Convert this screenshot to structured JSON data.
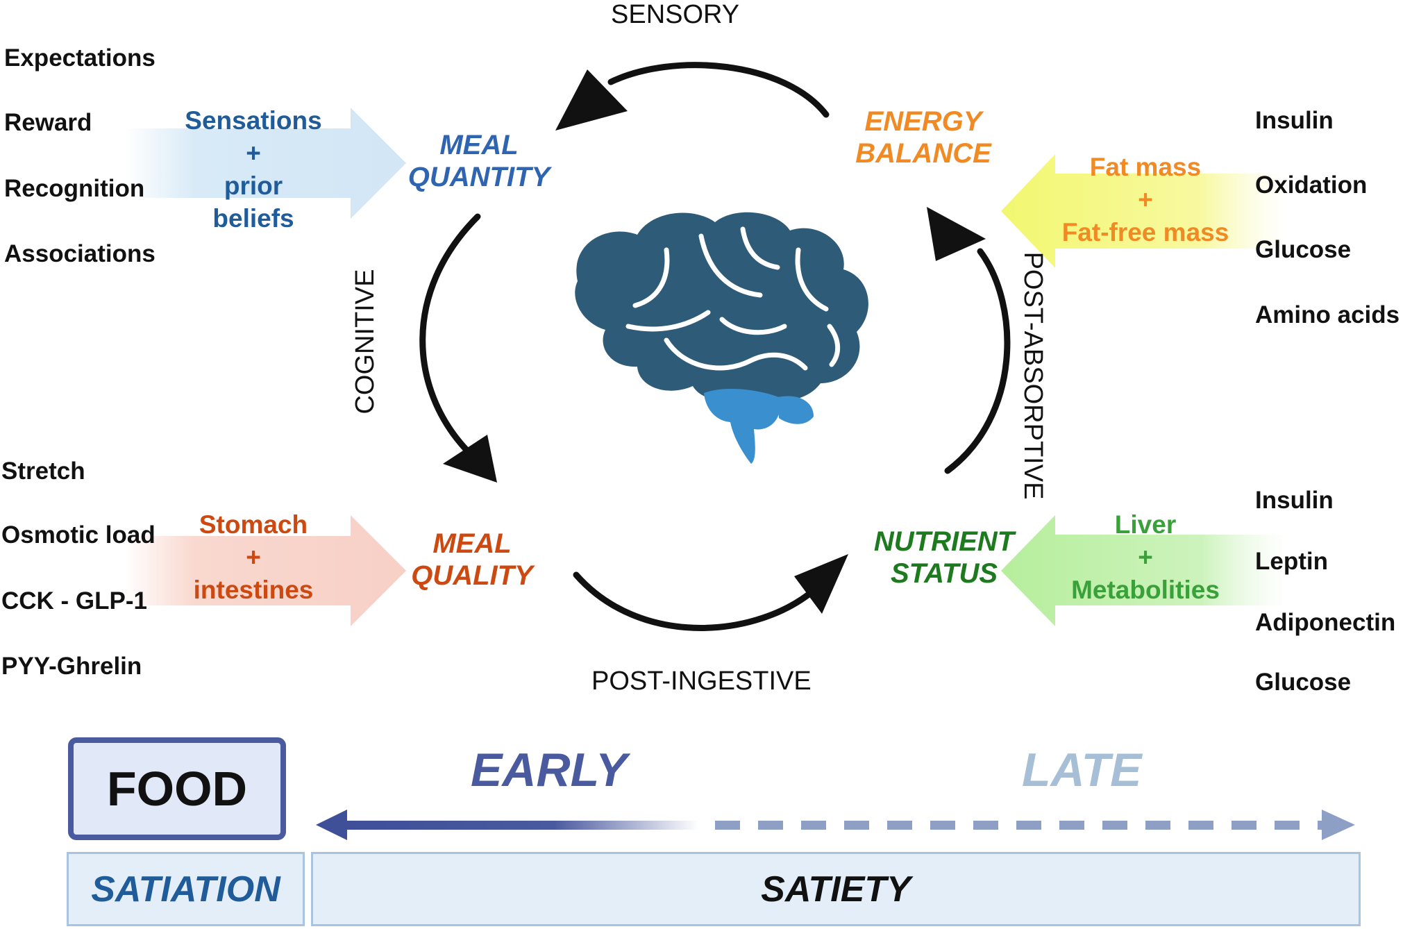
{
  "pathways": {
    "sensory": "SENSORY",
    "cognitive": "COGNITIVE",
    "post_ingestive": "POST-INGESTIVE",
    "post_absorptive": "POST-ABSORPTIVE"
  },
  "nodes": {
    "meal_quantity": [
      "MEAL",
      "QUANTITY"
    ],
    "meal_quality": [
      "MEAL",
      "QUALITY"
    ],
    "energy_balance": [
      "ENERGY",
      "BALANCE"
    ],
    "nutrient_status": [
      "NUTRIENT",
      "STATUS"
    ]
  },
  "arrows": {
    "sensations": [
      "Sensations",
      "+",
      "prior",
      "beliefs"
    ],
    "stomach": [
      "Stomach",
      "+",
      "intestines"
    ],
    "fat": [
      "Fat mass",
      "+",
      "Fat-free mass"
    ],
    "liver": [
      "Liver",
      "+",
      "Metabolities"
    ]
  },
  "lists": {
    "top_left": [
      "Expectations",
      "Reward",
      "Recognition",
      "Associations"
    ],
    "bottom_left": [
      "Stretch",
      "Osmotic load",
      "CCK - GLP-1",
      "PYY-Ghrelin"
    ],
    "top_right": [
      "Insulin",
      "Oxidation",
      "Glucose",
      "Amino acids"
    ],
    "bottom_right": [
      "Insulin",
      "Leptin",
      "Adiponectin",
      "Glucose"
    ]
  },
  "timeline": {
    "early": "EARLY",
    "late": "LATE",
    "food": "FOOD",
    "satiation": "SATIATION",
    "satiety": "SATIETY"
  },
  "colors": {
    "blue_text": "#1f5c99",
    "meal_quantity": "#2e64b0",
    "orange": "#f08a24",
    "red_orange": "#cc4a12",
    "green": "#1e7a1e",
    "light_green": "#3aa13a",
    "brain_dark": "#2e5b78",
    "brain_light": "#3a8fcf",
    "early": "#4a5a9e",
    "late": "#a7bfd6"
  }
}
